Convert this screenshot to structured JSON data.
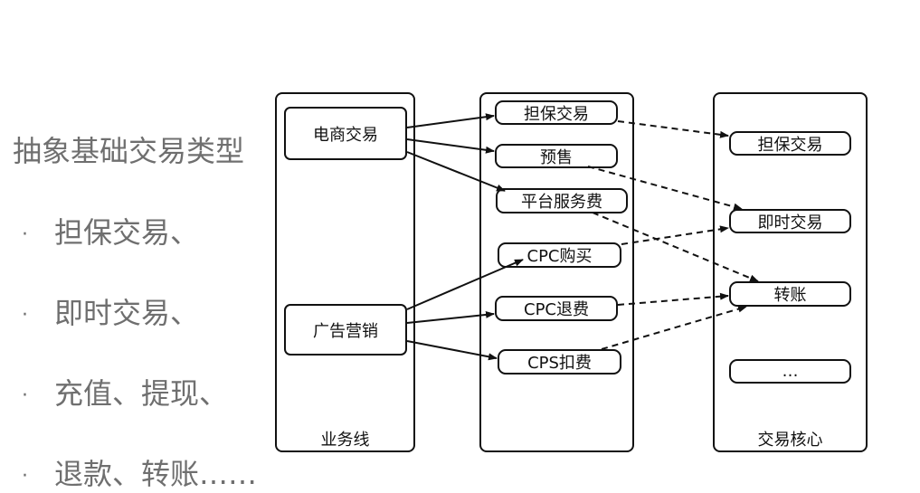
{
  "left_text": {
    "heading": "抽象基础交易类型",
    "bullet_mark": "·",
    "bullets": [
      "担保交易、",
      "即时交易、",
      "充值、提现、",
      "退款、转账……"
    ]
  },
  "diagram": {
    "panel_labels": [
      "业务线",
      "",
      "交易核心"
    ],
    "business_lines": [
      "电商交易",
      "广告营销"
    ],
    "middle_items": [
      "担保交易",
      "预售",
      "平台服务费",
      "CPC购买",
      "CPC退费",
      "CPS扣费"
    ],
    "core_items": [
      "担保交易",
      "即时交易",
      "转账",
      "…"
    ]
  }
}
